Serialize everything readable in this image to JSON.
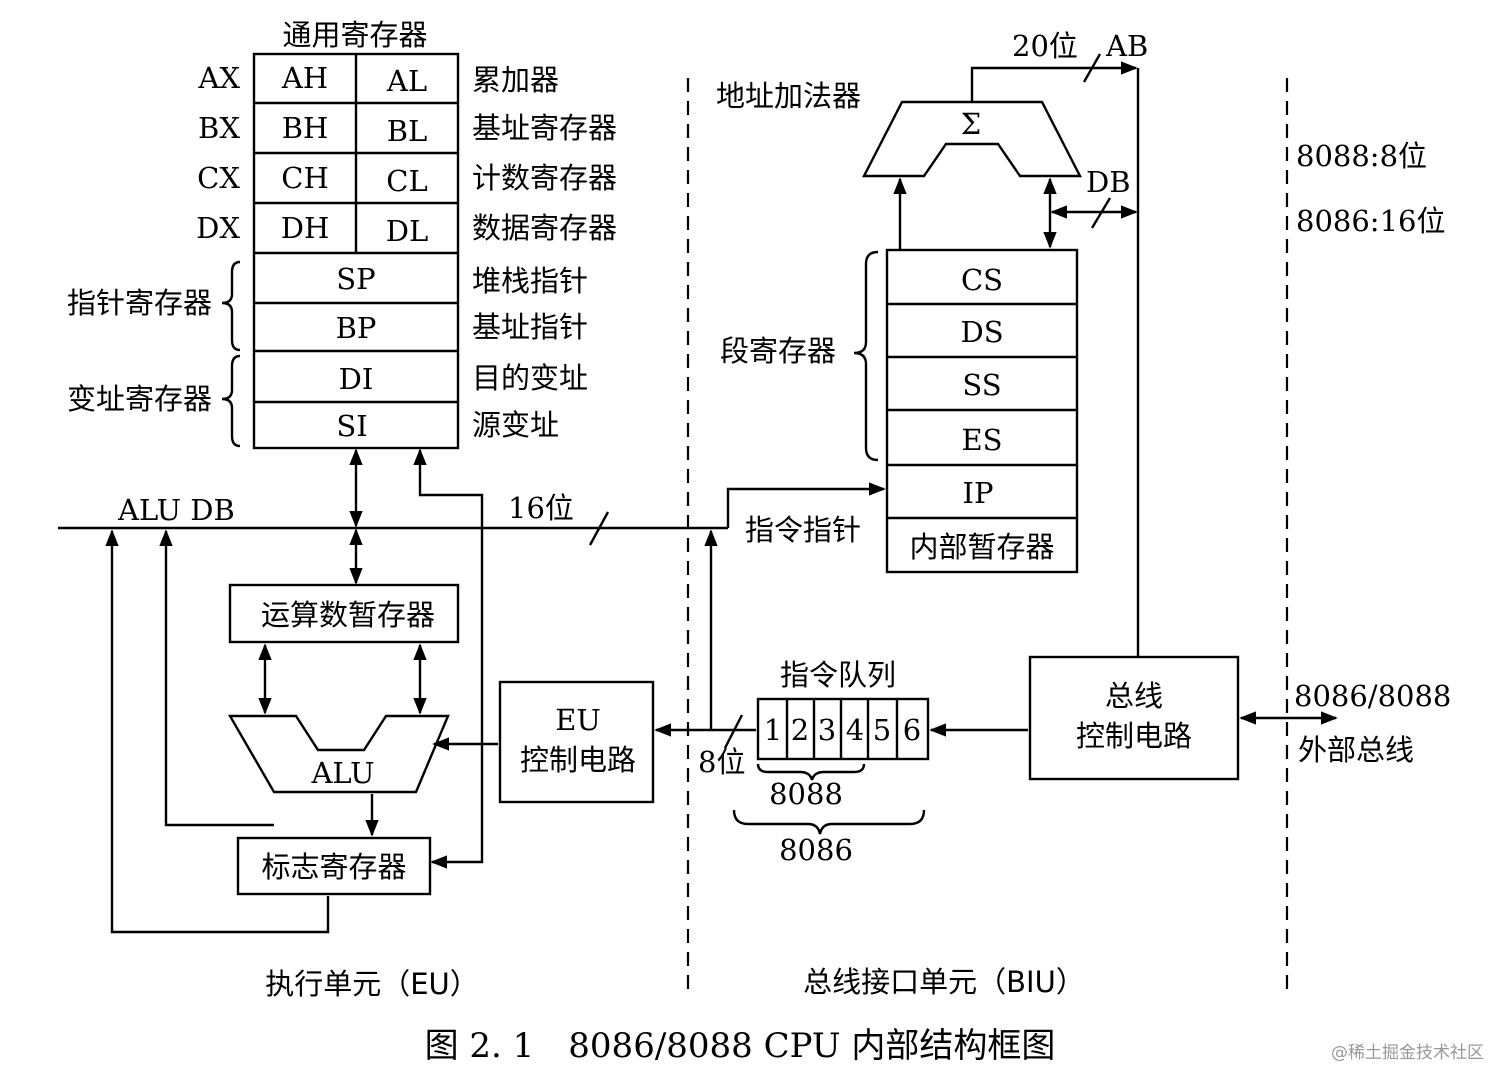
{
  "general_registers": {
    "title": "通用寄存器",
    "rows": [
      {
        "name": "AX",
        "high": "AH",
        "low": "AL",
        "desc": "累加器"
      },
      {
        "name": "BX",
        "high": "BH",
        "low": "BL",
        "desc": "基址寄存器"
      },
      {
        "name": "CX",
        "high": "CH",
        "low": "CL",
        "desc": "计数寄存器"
      },
      {
        "name": "DX",
        "high": "DH",
        "low": "DL",
        "desc": "数据寄存器"
      }
    ]
  },
  "pointer_registers": {
    "group_label": "指针寄存器",
    "items": [
      {
        "name": "SP",
        "desc": "堆栈指针"
      },
      {
        "name": "BP",
        "desc": "基址指针"
      }
    ]
  },
  "index_registers": {
    "group_label": "变址寄存器",
    "items": [
      {
        "name": "DI",
        "desc": "目的变址"
      },
      {
        "name": "SI",
        "desc": "源变址"
      }
    ]
  },
  "alu_bus": {
    "label": "ALU DB",
    "width_label": "16位"
  },
  "eu": {
    "operand_register": "运算数暂存器",
    "alu": "ALU",
    "flags_register": "标志寄存器",
    "control": {
      "line1": "EU",
      "line2": "控制电路"
    },
    "queue_width_label": "8位",
    "unit_label": "执行单元（EU）"
  },
  "biu": {
    "address_adder_label": "地址加法器",
    "sigma": "Σ",
    "ab_width_label": "20位",
    "ab_label": "AB",
    "db_label": "DB",
    "segment_group_label": "段寄存器",
    "segments": [
      "CS",
      "DS",
      "SS",
      "ES"
    ],
    "ip": "IP",
    "internal_temp": "内部暂存器",
    "ip_label": "指令指针",
    "queue_title": "指令队列",
    "queue_cells": [
      "1",
      "2",
      "3",
      "4",
      "5",
      "6"
    ],
    "queue_8088": "8088",
    "queue_8086": "8086",
    "bus_control": {
      "line1": "总线",
      "line2": "控制电路"
    },
    "unit_label": "总线接口单元（BIU）"
  },
  "external": {
    "note_8088": "8088:8位",
    "note_8086": "8086:16位",
    "bus_model": "8086/8088",
    "bus_label": "外部总线"
  },
  "caption": "图 2. 1　8086/8088 CPU 内部结构框图",
  "watermark": "@稀土掘金技术社区"
}
